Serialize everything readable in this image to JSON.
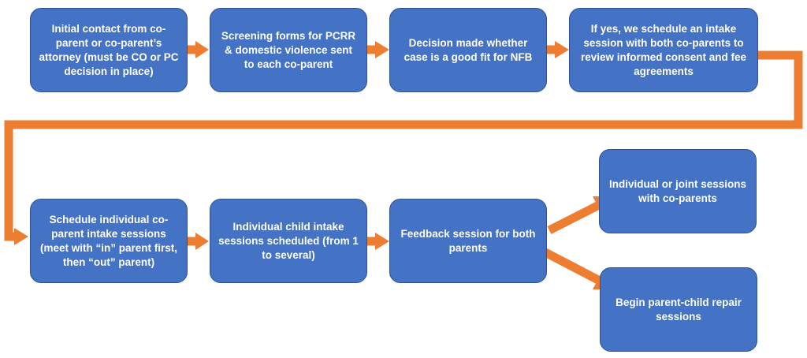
{
  "colors": {
    "box_fill": "#4472c4",
    "box_border": "#2f528f",
    "box_text": "#ffffff",
    "arrow": "#ed7d31",
    "background": "#ffffff"
  },
  "nodes": {
    "initial_contact": "Initial contact from co-parent or co-parent’s attorney (must be CO or PC decision in place)",
    "screening_forms": "Screening forms for PCRR & domestic violence sent to each co-parent",
    "decision": "Decision made whether case is a good fit for NFB",
    "intake_session": "If yes, we schedule an intake session with both co-parents to review informed consent and fee agreements",
    "individual_intake": "Schedule individual co-parent intake sessions (meet with “in” parent first, then “out” parent)",
    "child_intake": "Individual child intake sessions scheduled (from 1 to several)",
    "feedback": "Feedback session for both parents",
    "joint_sessions": "Individual or joint sessions with co-parents",
    "repair_sessions": "Begin parent-child repair sessions"
  }
}
